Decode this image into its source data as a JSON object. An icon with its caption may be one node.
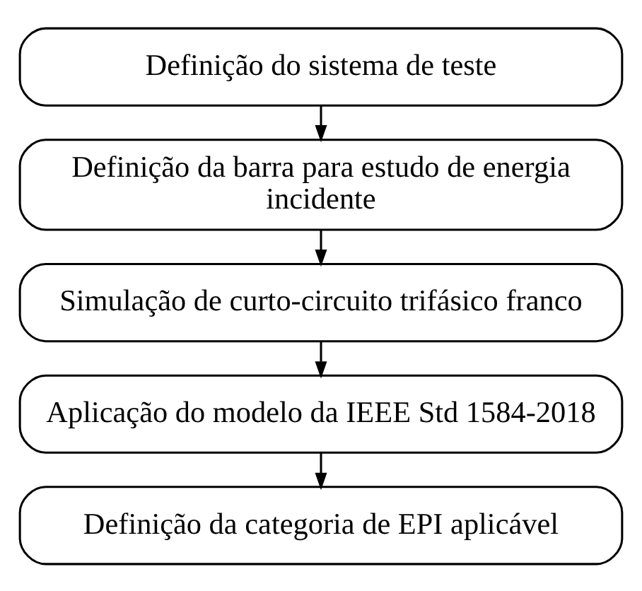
{
  "diagram": {
    "nodes": [
      {
        "text": [
          "Definição do sistema de teste"
        ]
      },
      {
        "text": [
          "Definição da barra para estudo de energia incidente"
        ]
      },
      {
        "text": [
          "Simulação de curto-circuito trifásico franco"
        ]
      },
      {
        "text": [
          "Aplicação do modelo da IEEE Std 1584-2018"
        ]
      },
      {
        "text": [
          "Definição da categoria de EPI aplicável"
        ]
      }
    ],
    "edges": [
      {
        "from": 0,
        "to": 1,
        "arrow": "to"
      },
      {
        "from": 1,
        "to": 2,
        "arrow": "to"
      },
      {
        "from": 2,
        "to": 3,
        "arrow": "to"
      },
      {
        "from": 3,
        "to": 4,
        "arrow": "to"
      }
    ]
  }
}
